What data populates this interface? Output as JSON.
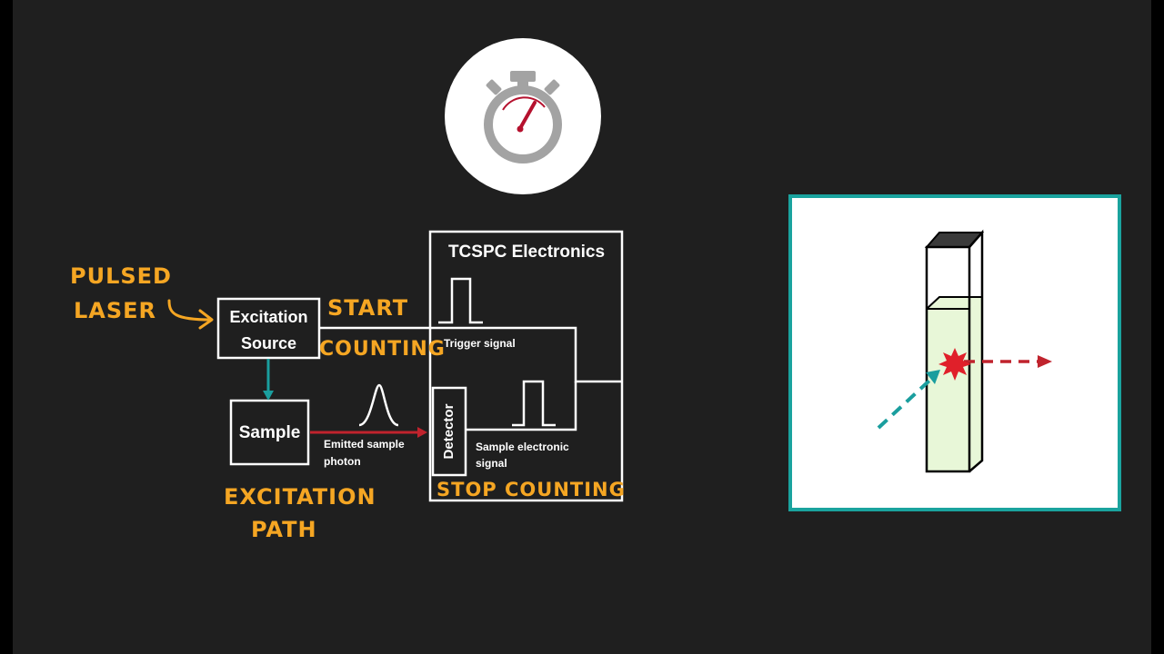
{
  "diagram": {
    "title": "TCSPC Electronics",
    "excitation_source": [
      "Excitation",
      "Source"
    ],
    "sample": "Sample",
    "detector": "Detector",
    "trigger_signal": "Trigger signal",
    "emitted_photon": [
      "Emitted sample",
      "photon"
    ],
    "sample_signal": [
      "Sample electronic",
      "signal"
    ]
  },
  "annotations": {
    "pulsed_laser": [
      "PULSED",
      "LASER"
    ],
    "start_counting": [
      "START",
      "COUNTING"
    ],
    "stop_counting": "STOP COUNTING",
    "excitation_path": [
      "EXCITATION",
      "PATH"
    ]
  },
  "icons": {
    "stopwatch": "stopwatch-icon",
    "cuvette": "cuvette-illustration"
  },
  "colors": {
    "background": "#1f1f1f",
    "annotation": "#f5a623",
    "excitation_arrow": "#1a9e9e",
    "emission_arrow": "#c0232d",
    "cuvette_frame": "#1aa39e",
    "stopwatch_hand": "#b5112e",
    "stopwatch_body": "#a3a3a3"
  }
}
